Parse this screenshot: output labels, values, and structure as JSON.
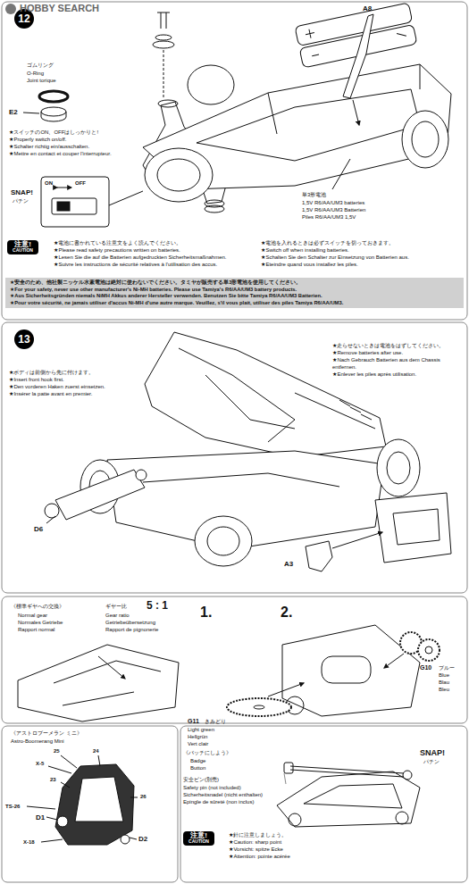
{
  "diagram": {
    "nodes": [
      {
        "text": [
          "12"
        ]
      },
      {
        "text": [
          "注意!",
          "CAUTION"
        ]
      },
      {
        "text": [
          "★安全のため、他社製ニッケル水素電池は絶対に使わないでください。タミヤが販売する単3形電池を使用してください。",
          "★For your safety, never use other manufacturer's Ni-MH batteries. Please use Tamiya's R6/AA/UM3 battery products.",
          "★Aus Sicherheitsgründen niemals NiMH Akkus anderer Hersteller verwenden. Benutzen Sie bitte Tamiya R6/AA/UM3 Batterien.",
          "★Pour votre sécurité, ne jamais utiliser d'accus Ni-MH d'une autre marque. Veuillez, s'il vous plait, utiliser des piles Tamiya R6/AA/UM3."
        ]
      },
      {
        "text": [
          "13"
        ]
      },
      {
        "text": [
          "注意!",
          "CAUTION"
        ]
      }
    ],
    "labels": [
      "HOBBY SEARCH",
      "ゴムリング",
      "O-Ring",
      "Joint torique",
      "E2",
      "A8",
      "★スイッチのON、OFFはしっかりと!",
      "★Properly switch on/off.",
      "★Schalter richtig ein/ausschalten.",
      "★Mettre en contact et couper l'interrupteur.",
      "SNAP!",
      "パチン",
      "ON",
      "OFF",
      "単3形電池",
      "1,5V R6/AA/UM3 batteries",
      "1,5V R6/AA/UM3 Batterien",
      "Piles R6/AA/UM3 1,5V",
      "★電池に書かれている注意文をよく読んでください。",
      "★Please read safety precautions written on batteries.",
      "★Lesen Sie die auf die Batterien aufgedruckten Sicherheitsmaßnahmen.",
      "★Suivre les instructions de sécurité relatives à l'utilisation des accus.",
      "★電池を入れるときは必ずスイッチを切っておきます。",
      "★Switch off when installing batteries.",
      "★Schalten Sie den Schalter zur Einsetzung von Batterien aus.",
      "★Eteindre quand vous installez les piles.",
      "★ボディは前側から先に付けます。",
      "★Insert front hook first.",
      "★Den vorderen Haken zuerst einsetzen.",
      "★Insérer la patte avant en premier.",
      "★走らせないときは電池をはずしてください。",
      "★Remove batteries after use.",
      "★Nach Gebrauch Batterien aus dem Chassis entfernen.",
      "★Enlever les piles après utilisation.",
      "D6",
      "A3",
      "《標準ギヤへの交換》",
      "Normal gear",
      "Normales Getriebe",
      "Rapport normal",
      "ギヤー比",
      "Gear ratio",
      "Getriebeübersetzung",
      "Rapport de pignonerie",
      "5 : 1",
      "1.",
      "2.",
      "G10",
      "ブルー",
      "Blue",
      "Blau",
      "Bleu",
      "G11",
      "きみどり",
      "Light green",
      "Hellgrün",
      "Vert clair",
      "《アストロブーメラン ミニ》",
      "Astro-Boomerang Mini",
      "25",
      "24",
      "X-5",
      "23",
      "26",
      "TS-26",
      "D1",
      "X-18",
      "D2",
      "《バッチにしよう》",
      "Badge",
      "Button",
      "安全ピン(別売)",
      "Safety pin (not included)",
      "Sicherheitsnadel (nicht enthalten)",
      "Epingle de sûreté (non inclus)",
      "SNAP!",
      "パチン",
      "★針に注意しましょう。",
      "★Caution: sharp point",
      "★Vorsicht: spitze Ecke",
      "★Attention: pointe acérée"
    ]
  }
}
